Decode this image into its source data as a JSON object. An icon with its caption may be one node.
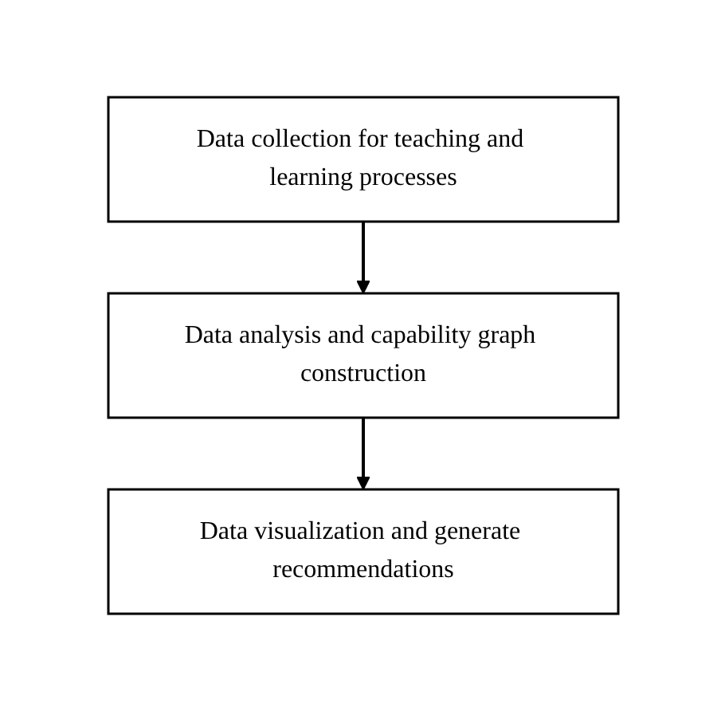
{
  "diagram": {
    "nodes": [
      {
        "text": [
          "Data collection for teaching and learning processes"
        ]
      },
      {
        "text": [
          "Data analysis and capability graph construction"
        ]
      },
      {
        "text": [
          "Data visualization and generate recommendations"
        ]
      }
    ],
    "edges": [
      {
        "from": 0,
        "to": 1,
        "arrow": "to"
      },
      {
        "from": 1,
        "to": 2,
        "arrow": "to"
      }
    ]
  }
}
